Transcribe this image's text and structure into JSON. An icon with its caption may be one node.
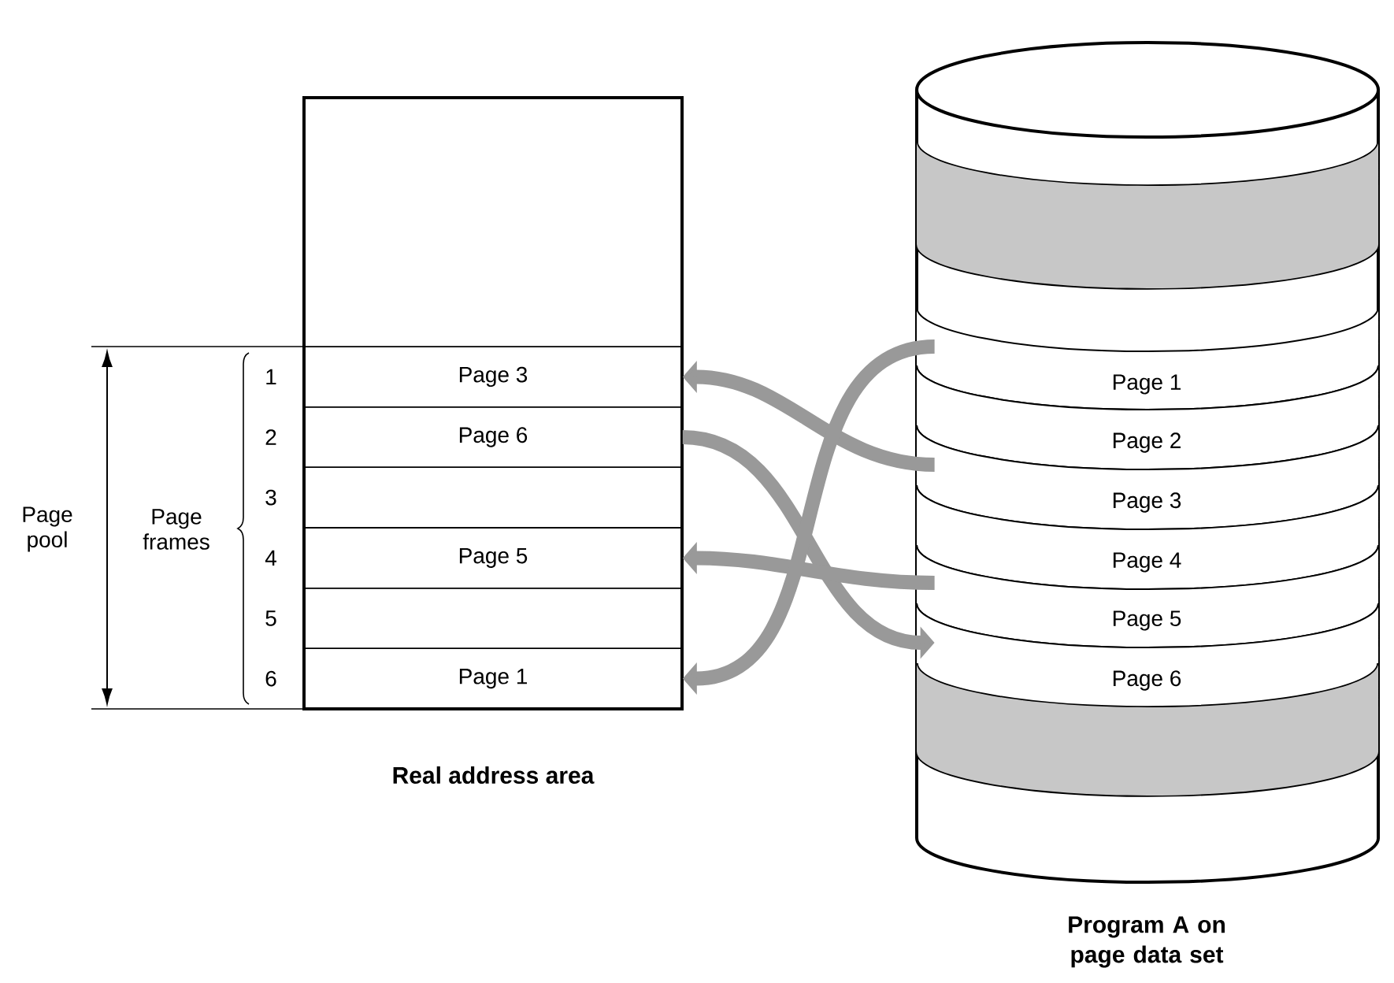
{
  "diagram": {
    "nodes": [
      {
        "text": [],
        "shape": "box",
        "beside": [
          "Real address area"
        ]
      },
      {
        "text": [
          "Page 3"
        ],
        "in": 0,
        "beside": [
          "1"
        ]
      },
      {
        "text": [
          "Page 6"
        ],
        "in": 0,
        "beside": [
          "2"
        ]
      },
      {
        "text": [],
        "shape": "box",
        "in": 0,
        "beside": [
          "3"
        ]
      },
      {
        "text": [
          "Page 5"
        ],
        "in": 0,
        "beside": [
          "4"
        ]
      },
      {
        "text": [],
        "shape": "box",
        "in": 0,
        "beside": [
          "5"
        ]
      },
      {
        "text": [
          "Page 1"
        ],
        "in": 0,
        "beside": [
          "6"
        ]
      },
      {
        "text": [],
        "shape": "cylinder",
        "beside": [
          "Program A on page data set"
        ]
      },
      {
        "text": [
          "Page 1"
        ],
        "in": 7
      },
      {
        "text": [
          "Page 2"
        ],
        "in": 7
      },
      {
        "text": [
          "Page 3"
        ],
        "in": 7
      },
      {
        "text": [
          "Page 4"
        ],
        "in": 7
      },
      {
        "text": [
          "Page 5"
        ],
        "in": 7
      },
      {
        "text": [
          "Page 6"
        ],
        "in": 7
      },
      {
        "text": [],
        "shape": "band",
        "in": 7
      },
      {
        "text": [],
        "shape": "band",
        "in": 7
      }
    ],
    "edges": [
      {
        "from": 10,
        "to": 1,
        "arrow": "to"
      },
      {
        "from": 2,
        "to": 13,
        "arrow": "to"
      },
      {
        "from": 12,
        "to": 4,
        "arrow": "to"
      },
      {
        "from": 8,
        "to": 6,
        "arrow": "to"
      }
    ],
    "labels": [
      "Page pool",
      "Page frames"
    ]
  }
}
